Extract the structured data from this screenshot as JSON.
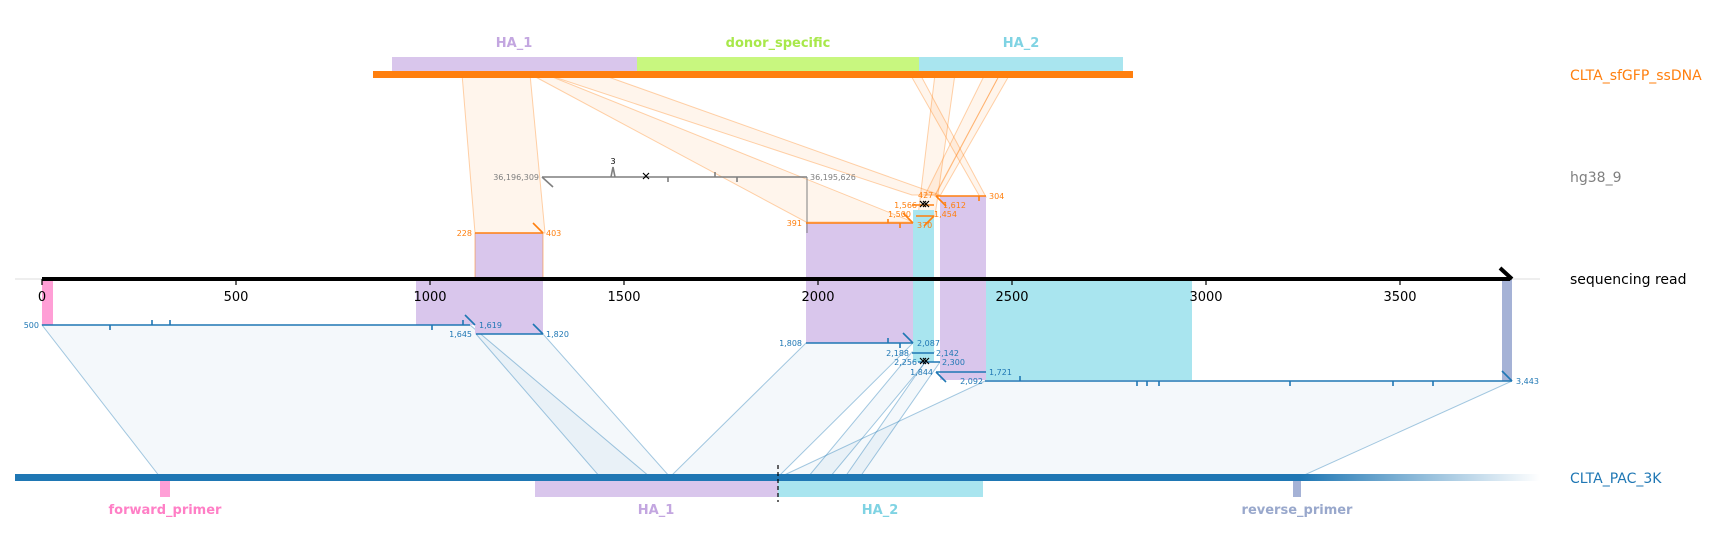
{
  "colors": {
    "ha1": "#d9c6ec",
    "ha2": "#a9e5ef",
    "donor": "#c8f77f",
    "forward_primer": "#ff9fd6",
    "reverse_primer": "#a5b2d6",
    "donor_track": "#ff7f0e",
    "genome_track": "#7f7f7f",
    "reference_track": "#1f77b4",
    "read_axis": "#000000",
    "ha1_label": "#c3a6e0",
    "ha2_label": "#7fd3e3",
    "donor_label": "#a8e84a",
    "forward_label": "#ff7fc6",
    "reverse_label": "#99a8cc"
  },
  "tracks": {
    "donor_name": "CLTA_sfGFP_ssDNA",
    "genome_name": "hg38_9",
    "read_name": "sequencing read",
    "reference_name": "CLTA_PAC_3K"
  },
  "donor_features": {
    "ha1": "HA_1",
    "donor_specific": "donor_specific",
    "ha2": "HA_2"
  },
  "reference_features": {
    "forward_primer": "forward_primer",
    "ha1": "HA_1",
    "ha2": "HA_2",
    "reverse_primer": "reverse_primer"
  },
  "read_axis": {
    "ticks": [
      0,
      500,
      1000,
      1500,
      2000,
      2500,
      3000,
      3500
    ],
    "tick_labels": [
      "0",
      "500",
      "1000",
      "1500",
      "2000",
      "2500",
      "3000",
      "3500"
    ]
  },
  "genome_alignment": {
    "start_label": "36,196,309",
    "end_label": "36,195,626",
    "marker_label": "3"
  },
  "donor_alignments": [
    {
      "start": "228",
      "end": "403"
    },
    {
      "start": "391",
      "end": "1,500"
    },
    {
      "start": "1,566",
      "end": "427"
    },
    {
      "start": "1,612",
      "end": "304"
    },
    {
      "start": "1,454",
      "end": "370"
    }
  ],
  "reference_alignments": [
    {
      "start": "500",
      "end": "1,619"
    },
    {
      "start": "1,645",
      "end": "1,820"
    },
    {
      "start": "1,808",
      "end": "2,087"
    },
    {
      "start": "2,188",
      "end": "2,142"
    },
    {
      "start": "2,256",
      "end": "2,300"
    },
    {
      "start": "1,844",
      "end": "1,721"
    },
    {
      "start": "2,092",
      "end": "3,443"
    }
  ]
}
